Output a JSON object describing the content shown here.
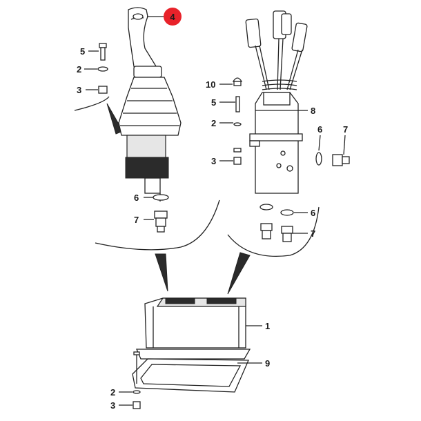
{
  "callouts": {
    "highlighted_number": "4",
    "highlight_color": "#e8222a",
    "left_assembly": {
      "n5": "5",
      "n2": "2",
      "n3": "3",
      "n6": "6",
      "n7": "7"
    },
    "right_assembly": {
      "n10": "10",
      "n5": "5",
      "n2": "2",
      "n3": "3",
      "n8": "8",
      "n6a": "6",
      "n7a": "7",
      "n6b": "6",
      "n7b": "7"
    },
    "base": {
      "n1": "1",
      "n9": "9",
      "n2": "2",
      "n3": "3"
    }
  },
  "icons": [
    "joystick-handle-icon",
    "lever-valve-icon",
    "control-box-icon",
    "gasket-icon",
    "bolt-icon",
    "washer-icon",
    "nut-icon",
    "fitting-icon"
  ]
}
